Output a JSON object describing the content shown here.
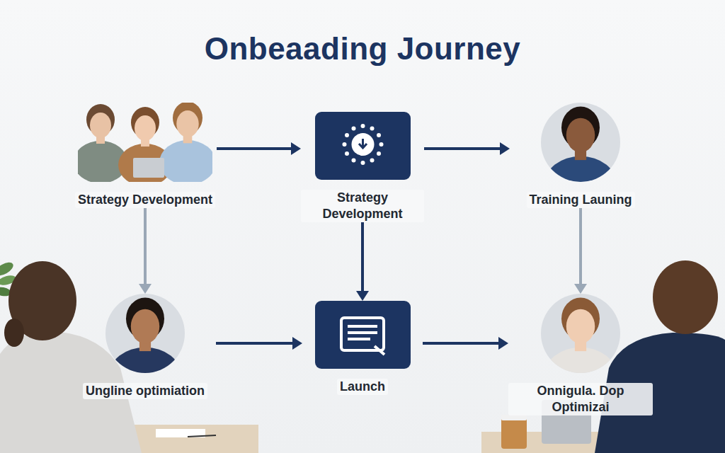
{
  "diagram": {
    "title": "Onbeaading Journey",
    "nodes": [
      {
        "text": [
          "Strategy Development"
        ]
      },
      {
        "text": [
          "Strategy Development"
        ]
      },
      {
        "text": [
          "Training Launing"
        ]
      },
      {
        "text": [
          "Ungline optimiation"
        ]
      },
      {
        "text": [
          "Launch"
        ]
      },
      {
        "text": [
          "Onnigula. Dop Optimizai"
        ]
      }
    ],
    "edges": [
      {
        "from": 0,
        "to": 1,
        "arrow": "to"
      },
      {
        "from": 1,
        "to": 2,
        "arrow": "to"
      },
      {
        "from": 0,
        "to": 3,
        "arrow": "to"
      },
      {
        "from": 1,
        "to": 4,
        "arrow": "to"
      },
      {
        "from": 2,
        "to": 5,
        "arrow": "to"
      },
      {
        "from": 3,
        "to": 4,
        "arrow": "to"
      },
      {
        "from": 4,
        "to": 5,
        "arrow": "to"
      }
    ]
  }
}
